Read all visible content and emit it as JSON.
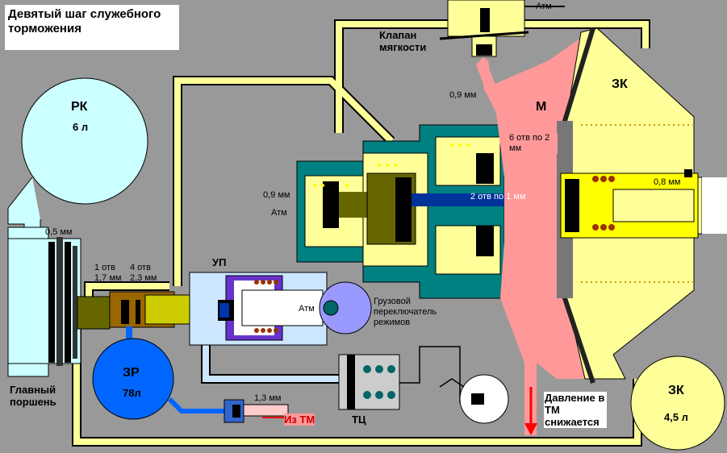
{
  "title": "Девятый шаг служебного торможения",
  "labels": {
    "rk": "РК",
    "rk_volume": "6 л",
    "zr": "ЗР",
    "zr_volume": "78л",
    "zk_top": "ЗК",
    "zk_bottom": "ЗК",
    "zk_bottom_volume": "4,5 л",
    "m": "М",
    "up": "УП",
    "tc": "ТЦ",
    "main_piston": "Главный поршень",
    "softness_valve": "Клапан мягкости",
    "load_switch": "Грузовой переключатель режимов",
    "from_tm": "Из ТМ",
    "pressure_note": "Давление в ТМ снижается",
    "atm_top": "Атм",
    "atm_left": "Атм",
    "atm_up": "Атм"
  },
  "measurements": {
    "d_0_5": "0,5 мм",
    "holes_1": "1 отв 1,7 мм",
    "holes_4": "4 отв 2,3 мм",
    "d_0_9_top": "0,9 мм",
    "d_0_9_left": "0,9 мм",
    "d_0_8": "0,8 мм",
    "holes_6": "6 отв по 2 мм",
    "holes_2": "2 отв по 1 мм",
    "d_1_3": "1,3 мм"
  },
  "colors": {
    "background": "#999999",
    "pipe_light": "#ffff99",
    "valve_yellow": "#ffff00",
    "teal": "#008080",
    "olive": "#666600",
    "pink": "#ff9999",
    "reservoir_zr": "#0066ff",
    "reservoir_rk": "#ccffff",
    "light_blue": "#cce6ff",
    "purple": "#6633cc",
    "violet": "#9999ff",
    "brown": "#993300",
    "dark_blue": "#003399",
    "red_arrow": "#ff0000"
  }
}
